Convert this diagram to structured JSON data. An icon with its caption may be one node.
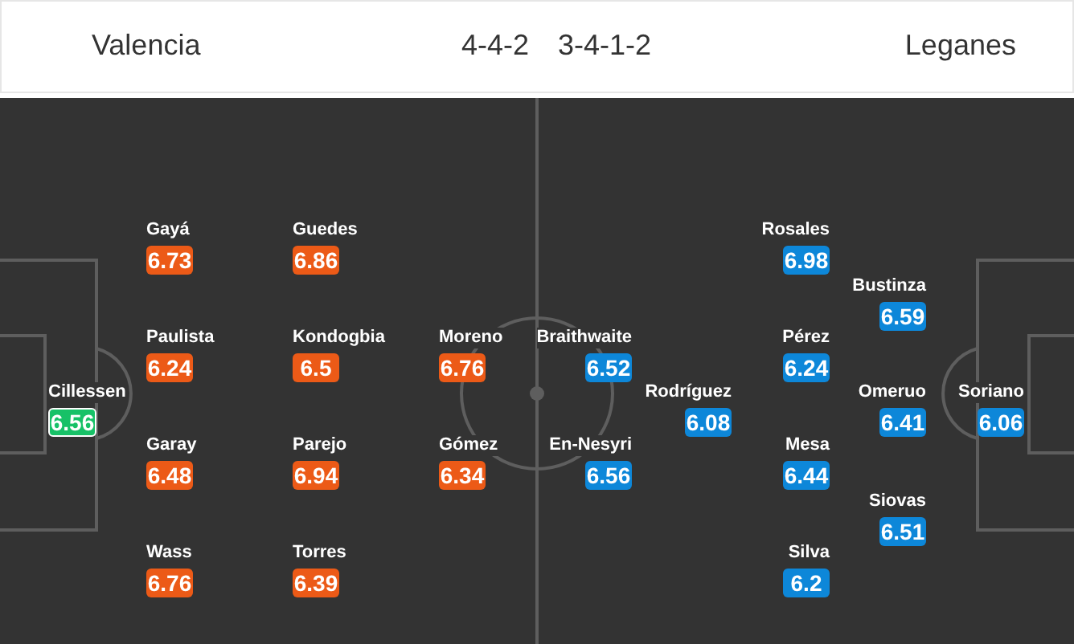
{
  "diagram": {
    "nodes": [
      {
        "text": [
          "Cillessen",
          "6.56"
        ]
      },
      {
        "text": [
          "Gayá",
          "6.73"
        ]
      },
      {
        "text": [
          "Paulista",
          "6.24"
        ]
      },
      {
        "text": [
          "Garay",
          "6.48"
        ]
      },
      {
        "text": [
          "Wass",
          "6.76"
        ]
      },
      {
        "text": [
          "Guedes",
          "6.86"
        ]
      },
      {
        "text": [
          "Kondogbia",
          "6.5"
        ]
      },
      {
        "text": [
          "Parejo",
          "6.94"
        ]
      },
      {
        "text": [
          "Torres",
          "6.39"
        ]
      },
      {
        "text": [
          "Moreno",
          "6.76"
        ]
      },
      {
        "text": [
          "Gómez",
          "6.34"
        ]
      },
      {
        "text": [
          "Braithwaite",
          "6.52"
        ]
      },
      {
        "text": [
          "En-Nesyri",
          "6.56"
        ]
      },
      {
        "text": [
          "Rodríguez",
          "6.08"
        ]
      },
      {
        "text": [
          "Rosales",
          "6.98"
        ]
      },
      {
        "text": [
          "Pérez",
          "6.24"
        ]
      },
      {
        "text": [
          "Mesa",
          "6.44"
        ]
      },
      {
        "text": [
          "Silva",
          "6.2"
        ]
      },
      {
        "text": [
          "Bustinza",
          "6.59"
        ]
      },
      {
        "text": [
          "Omeruo",
          "6.41"
        ]
      },
      {
        "text": [
          "Siovas",
          "6.51"
        ]
      },
      {
        "text": [
          "Soriano",
          "6.06"
        ]
      }
    ],
    "labels": [
      "Valencia",
      "4-4-2",
      "3-4-1-2",
      "Leganes"
    ]
  }
}
